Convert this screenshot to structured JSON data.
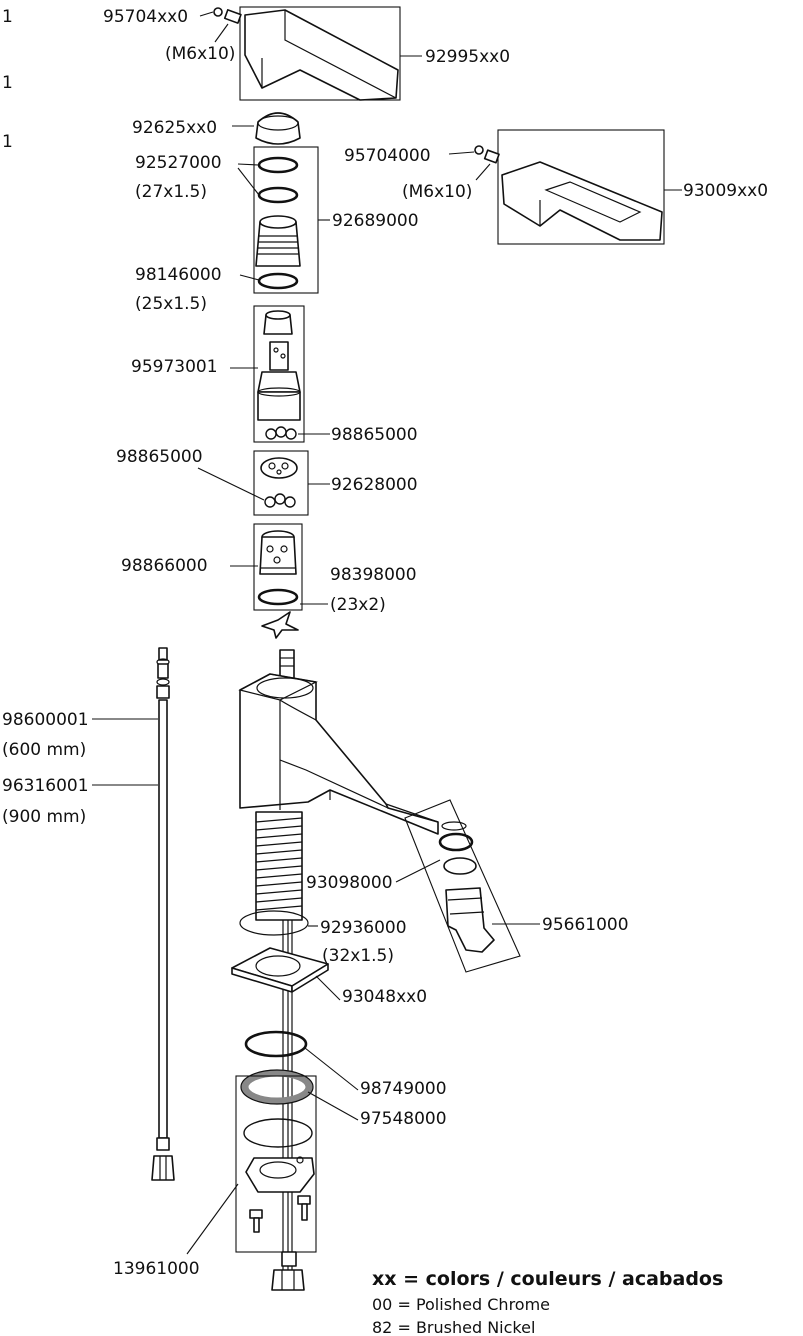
{
  "side_marks": [
    "1",
    "1",
    "1"
  ],
  "labels": {
    "p95704xx0": "95704xx0",
    "m6x10_a": "(M6x10)",
    "p92995xx0": "92995xx0",
    "p92625xx0": "92625xx0",
    "p95704000": "95704000",
    "m6x10_b": "(M6x10)",
    "p93009xx0": "93009xx0",
    "p92527000": "92527000",
    "s27x15": "(27x1.5)",
    "p92689000": "92689000",
    "p98146000": "98146000",
    "s25x15": "(25x1.5)",
    "p95973001": "95973001",
    "p98865000_a": "98865000",
    "p98865000_b": "98865000",
    "p92628000": "92628000",
    "p98866000": "98866000",
    "p98398000": "98398000",
    "s23x2": "(23x2)",
    "p98600001": "98600001",
    "s600mm": "(600 mm)",
    "p96316001": "96316001",
    "s900mm": "(900 mm)",
    "p93098000": "93098000",
    "p95661000": "95661000",
    "p92936000": "92936000",
    "s32x15": "(32x1.5)",
    "p93048xx0": "93048xx0",
    "p98749000": "98749000",
    "p97548000": "97548000",
    "p13961000": "13961000"
  },
  "legend": {
    "title": "xx =  colors / couleurs / acabados",
    "rows": [
      "00 =  Polished Chrome",
      "82 =  Brushed Nickel"
    ]
  }
}
